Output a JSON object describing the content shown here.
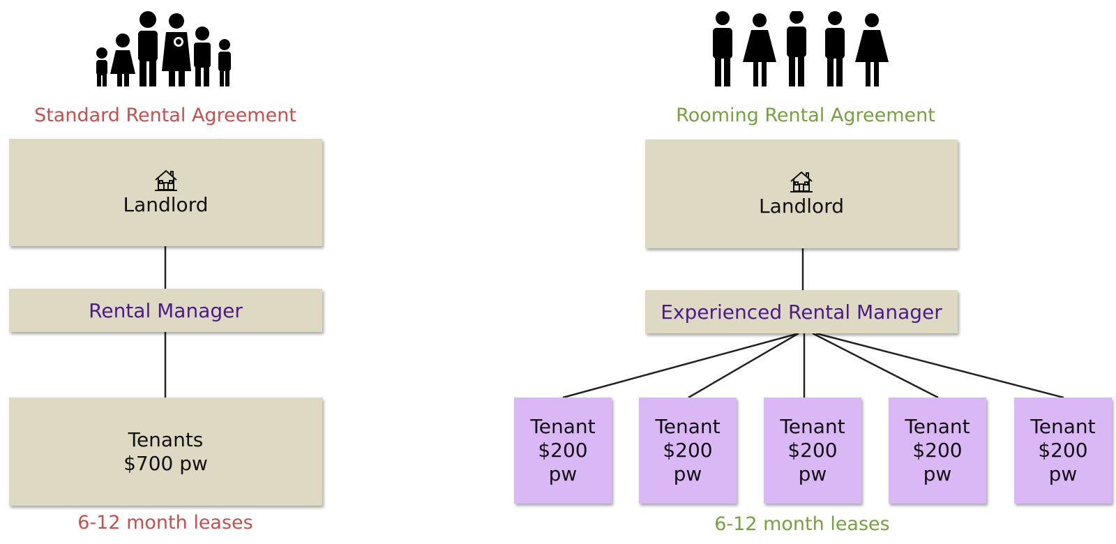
{
  "left": {
    "title": "Standard Rental Agreement",
    "landlord": "Landlord",
    "manager": "Rental Manager",
    "tenants_line1": "Tenants",
    "tenants_line2": "$700 pw",
    "footer": "6-12 month leases"
  },
  "right": {
    "title": "Rooming Rental Agreement",
    "landlord": "Landlord",
    "manager": "Experienced Rental Manager",
    "tenants": [
      {
        "line1": "Tenant",
        "line2": "$200",
        "line3": "pw"
      },
      {
        "line1": "Tenant",
        "line2": "$200",
        "line3": "pw"
      },
      {
        "line1": "Tenant",
        "line2": "$200",
        "line3": "pw"
      },
      {
        "line1": "Tenant",
        "line2": "$200",
        "line3": "pw"
      },
      {
        "line1": "Tenant",
        "line2": "$200",
        "line3": "pw"
      }
    ],
    "footer": "6-12 month leases"
  },
  "icons": {
    "family": "family-icon",
    "group": "group-of-adults-icon",
    "house": "house-icon"
  },
  "colors": {
    "left_title": "#c94f4f",
    "right_title": "#76a13f",
    "box": "#ddd9c3",
    "tenant_box": "#d9b8f5",
    "manager_text": "#4b1a8a"
  }
}
